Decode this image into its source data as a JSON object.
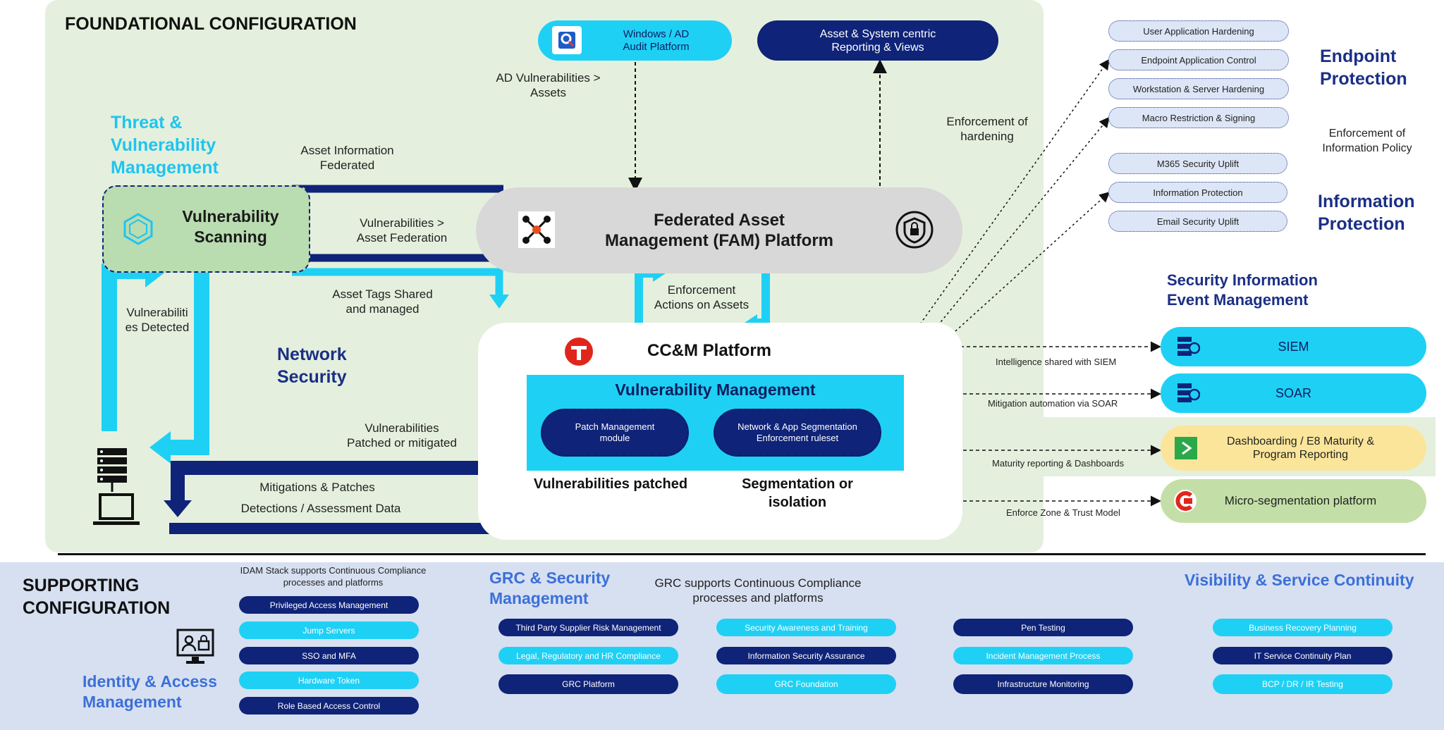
{
  "foundational": {
    "title": "FOUNDATIONAL CONFIGURATION"
  },
  "top_boxes": {
    "windows_ad": "Windows / AD\nAudit Platform",
    "reporting": "Asset & System centric\nReporting & Views"
  },
  "labels": {
    "ad_vuln": "AD Vulnerabilities >\nAssets",
    "asset_info": "Asset Information\nFederated",
    "vuln_asset_fed": "Vulnerabilities >\nAsset Federation",
    "asset_tags": "Asset Tags Shared\nand managed",
    "vuln_detected": "Vulnerabiliti\nes Detected",
    "enforcement_actions": "Enforcement\nActions on Assets",
    "vuln_patched_mitigated": "Vulnerabilities\nPatched or mitigated",
    "mitigations_patches": "Mitigations & Patches",
    "detections": "Detections / Assessment Data",
    "enforcement_hardening": "Enforcement of\nhardening"
  },
  "tvm": {
    "title": "Threat &\nVulnerability\nManagement",
    "scanning": "Vulnerability\nScanning"
  },
  "network_security": "Network\nSecurity",
  "fam": {
    "title": "Federated Asset\nManagement (FAM) Platform"
  },
  "ccm": {
    "title": "CC&M Platform",
    "vm_title": "Vulnerability Management",
    "patch_module": "Patch Management\nmodule",
    "segmentation_module": "Network & App Segmentation\nEnforcement ruleset",
    "vuln_patched": "Vulnerabilities patched",
    "segmentation": "Segmentation or\nisolation"
  },
  "endpoint": {
    "title": "Endpoint\nProtection",
    "items": [
      "User Application Hardening",
      "Endpoint Application Control",
      "Workstation & Server Hardening",
      "Macro Restriction & Signing"
    ]
  },
  "info_policy": "Enforcement of\nInformation Policy",
  "information": {
    "title": "Information\nProtection",
    "items": [
      "M365 Security Uplift",
      "Information Protection",
      "Email Security Uplift"
    ]
  },
  "siem_section": {
    "title": "Security Information\nEvent Management"
  },
  "right_platforms": [
    {
      "label": "SIEM",
      "arrow_label": "Intelligence shared with SIEM"
    },
    {
      "label": "SOAR",
      "arrow_label": "Mitigation automation via SOAR"
    },
    {
      "label": "Dashboarding / E8 Maturity &\nProgram Reporting",
      "arrow_label": "Maturity reporting & Dashboards"
    },
    {
      "label": "Micro-segmentation platform",
      "arrow_label": "Enforce Zone & Trust Model"
    }
  ],
  "supporting": {
    "title": "SUPPORTING\nCONFIGURATION",
    "idam_note": "IDAM Stack supports Continuous Compliance\nprocesses and platforms",
    "idam_title": "Identity & Access\nManagement",
    "idam_items": [
      "Privileged Access Management",
      "Jump Servers",
      "SSO and MFA",
      "Hardware Token",
      "Role Based Access Control"
    ],
    "grc_title": "GRC & Security\nManagement",
    "grc_note": "GRC supports Continuous Compliance\nprocesses and platforms",
    "grc_col1": [
      "Third Party Supplier Risk Management",
      "Legal, Regulatory and HR Compliance",
      "GRC Platform"
    ],
    "grc_col2": [
      "Security Awareness and Training",
      "Information Security Assurance",
      "GRC Foundation"
    ],
    "grc_col3": [
      "Pen Testing",
      "Incident Management Process",
      "Infrastructure Monitoring"
    ],
    "vis_title": "Visibility & Service Continuity",
    "vis_items": [
      "Business Recovery Planning",
      "IT Service Continuity Plan",
      "BCP / DR / IR Testing"
    ]
  },
  "colors": {
    "navy": "#0f2378",
    "cyan": "#1fd0f5",
    "green_panel": "#e4f0dd",
    "blue_panel": "#d6e0f1",
    "title_blue": "#1b2f86",
    "tvm_cyan": "#1fc4ef"
  },
  "icons": [
    "audit-platform-icon",
    "hexagon-scan-icon",
    "fam-network-icon",
    "shield-lock-icon",
    "ccm-logo-icon",
    "server-laptop-icon",
    "siem-icon",
    "soar-icon",
    "dashboard-icon",
    "microsegmentation-icon",
    "idam-monitor-icon"
  ]
}
